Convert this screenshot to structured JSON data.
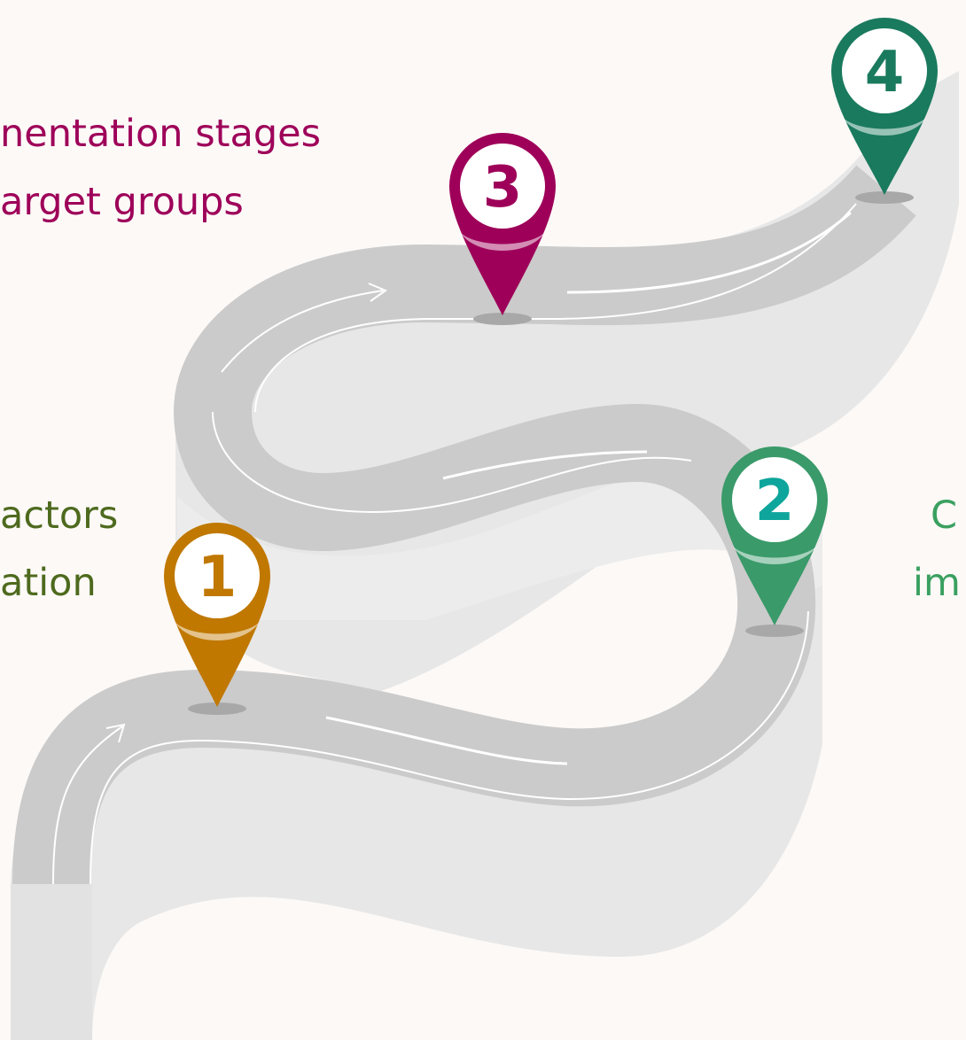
{
  "texts": {
    "stage3_line1": "nentation stages",
    "stage3_line2": "arget groups",
    "stage1_line1": "actors",
    "stage1_line2": "ation",
    "stage2_line1": "C",
    "stage2_line2": "im"
  },
  "pins": [
    {
      "number": "1",
      "color": "#c07800",
      "number_color": "#c07800"
    },
    {
      "number": "2",
      "color": "#3a9a6a",
      "number_color": "#0ea59c"
    },
    {
      "number": "3",
      "color": "#9e0059",
      "number_color": "#9e0059"
    },
    {
      "number": "4",
      "color": "#1a7a5e",
      "number_color": "#1a7a5e"
    }
  ],
  "colors": {
    "background": "#fcf9f7",
    "road": "#cbcbcb",
    "road_side": "#e7e7e7",
    "road_line": "#ffffff",
    "text_stage3": "#9e0059",
    "text_stage1": "#4e6a1e",
    "text_stage2": "#3aa060"
  }
}
